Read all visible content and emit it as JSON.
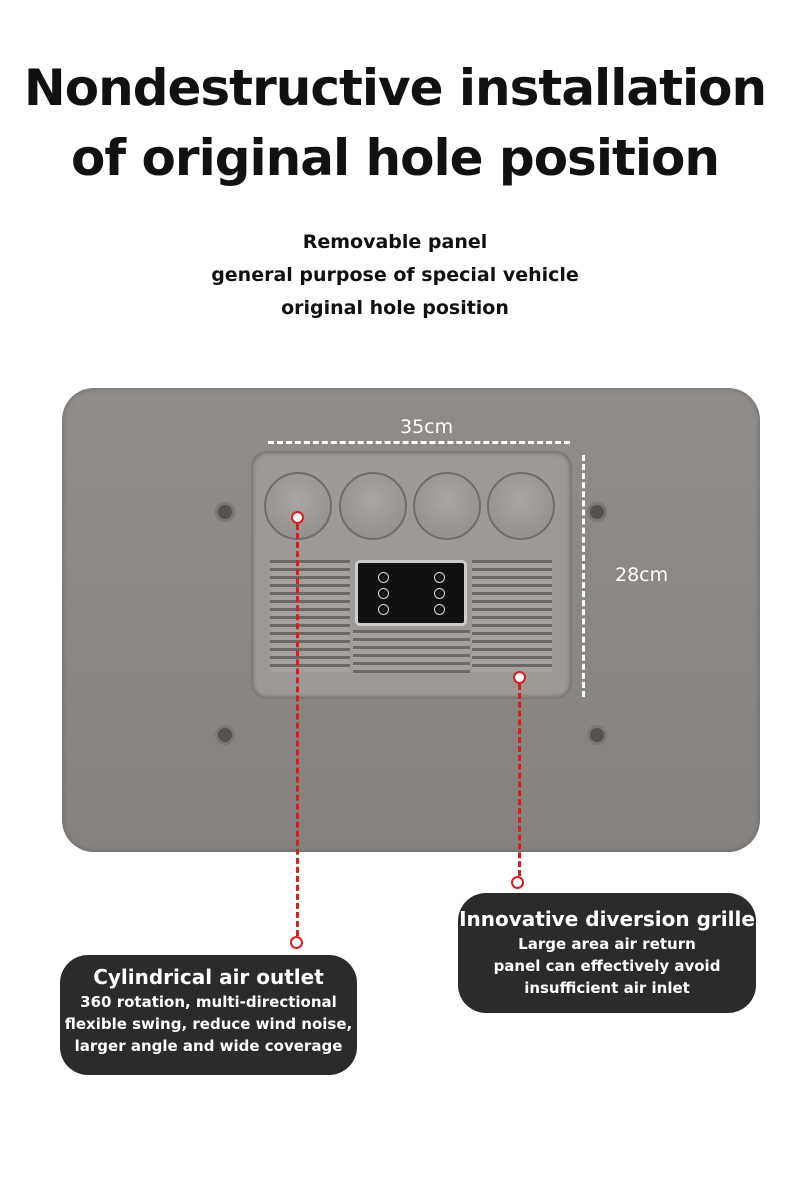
{
  "headline": [
    "Nondestructive installation",
    "of original hole position"
  ],
  "subtitle": [
    "Removable panel",
    "general purpose of special vehicle",
    "original hole position"
  ],
  "dimensions": {
    "width": "35cm",
    "height": "28cm"
  },
  "callouts": [
    {
      "title": "Cylindrical air outlet",
      "lines": [
        "360 rotation, multi-directional",
        "flexible swing, reduce wind noise,",
        "larger angle and wide coverage"
      ]
    },
    {
      "title": "Innovative diversion grille",
      "lines": [
        "Large area air return",
        "panel can effectively avoid",
        "insufficient air inlet"
      ]
    }
  ],
  "colors": {
    "accent": "#d42020",
    "card": "#2b2b2b",
    "panel": "#8a8784"
  }
}
